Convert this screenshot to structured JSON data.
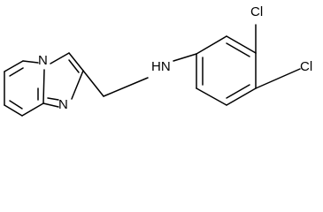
{
  "molecule": {
    "labels": {
      "nitrogen_bridgehead": "N",
      "nitrogen_imidazole": "N",
      "amine": "HN",
      "chlorine_top": "Cl",
      "chlorine_right": "Cl"
    }
  }
}
